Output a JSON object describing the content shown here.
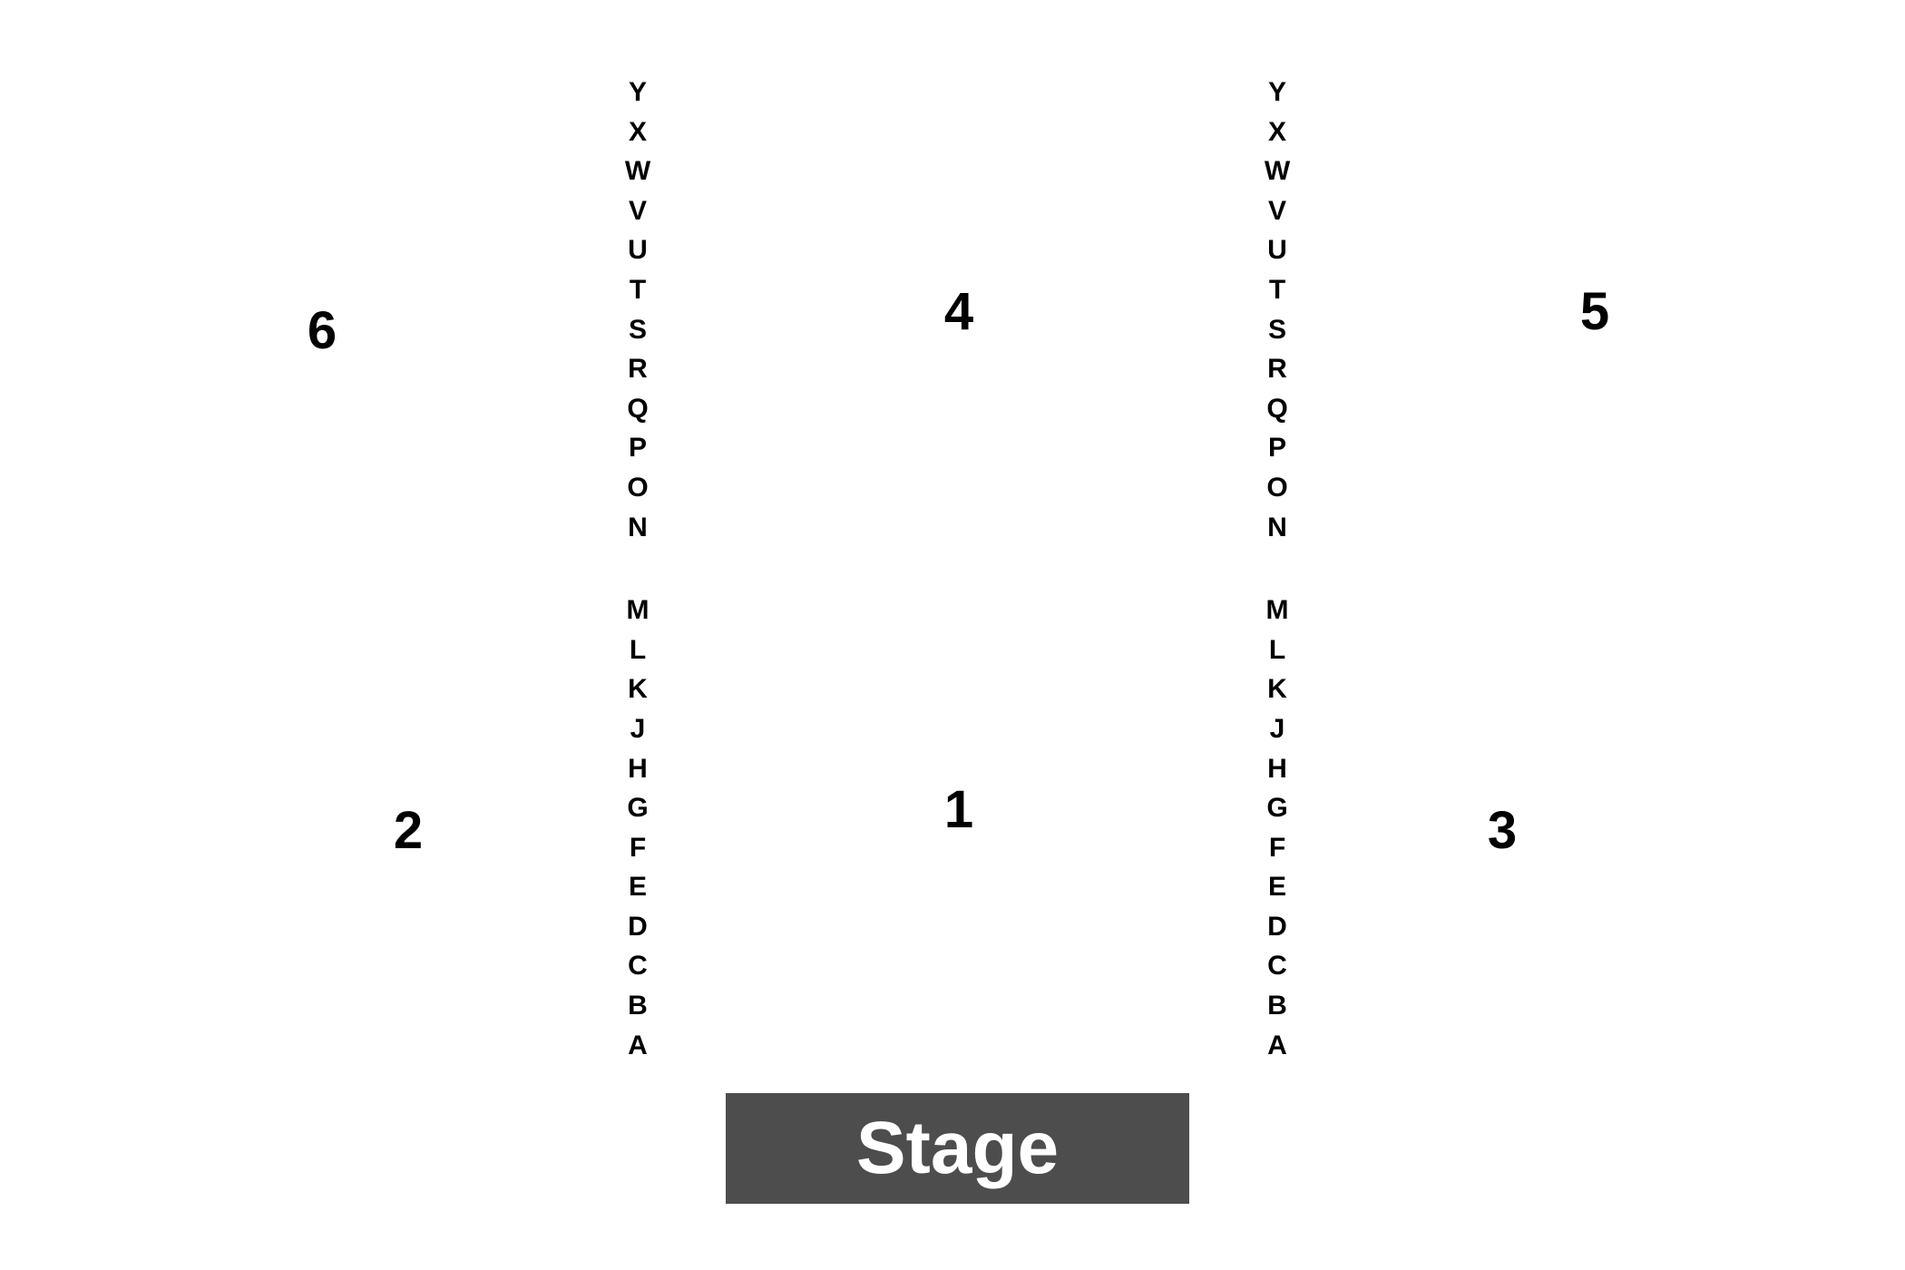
{
  "sections": [
    {
      "id": "6",
      "label": "6"
    },
    {
      "id": "4",
      "label": "4"
    },
    {
      "id": "5",
      "label": "5"
    },
    {
      "id": "2",
      "label": "2"
    },
    {
      "id": "1",
      "label": "1"
    },
    {
      "id": "3",
      "label": "3"
    }
  ],
  "rows": {
    "upper": [
      "Y",
      "X",
      "W",
      "V",
      "U",
      "T",
      "S",
      "R",
      "Q",
      "P",
      "O",
      "N"
    ],
    "lower": [
      "M",
      "L",
      "K",
      "J",
      "H",
      "G",
      "F",
      "E",
      "D",
      "C",
      "B",
      "A"
    ]
  },
  "stage": {
    "label": "Stage",
    "color": "#4d4d4d"
  },
  "colors": {
    "text": "#000000",
    "background": "#ffffff",
    "stage_text": "#ffffff"
  }
}
